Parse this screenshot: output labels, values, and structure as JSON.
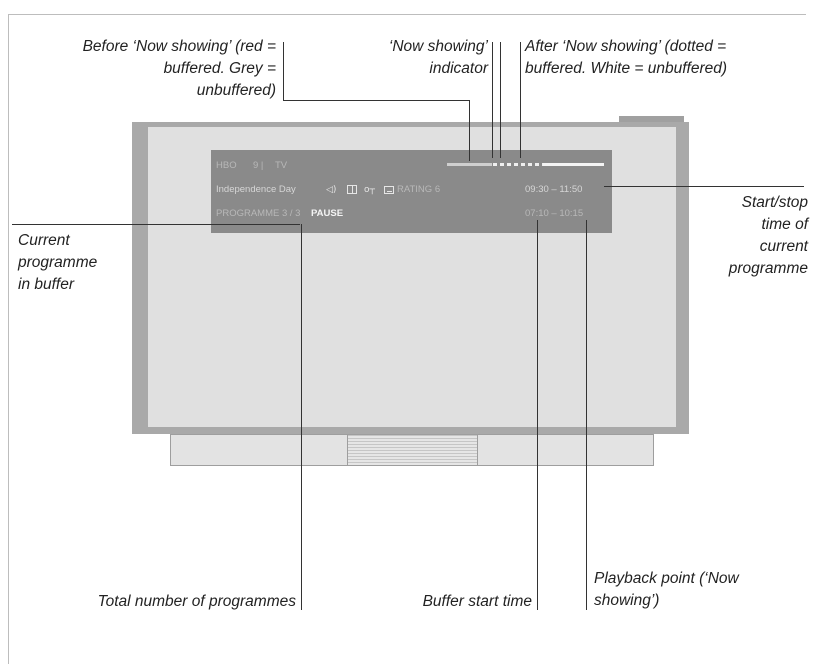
{
  "osd": {
    "channel": "HBO",
    "channel_number": "9 |",
    "source": "TV",
    "programme_title": "Independence Day",
    "rating": "RATING 6",
    "programme_time": "09:30  –  11:50",
    "programme_count": "PROGRAMME 3 / 3",
    "status": "PAUSE",
    "buffer_time": "07:10  –  10:15",
    "icons": [
      "speaker-icon",
      "book-icon",
      "key-icon",
      "subtitle-icon"
    ]
  },
  "labels": {
    "before_now_showing": [
      "Before ‘Now showing’ (red =",
      "buffered. Grey =",
      "unbuffered)"
    ],
    "now_showing_indicator": [
      "‘Now showing’",
      "indicator"
    ],
    "after_now_showing": [
      "After ‘Now showing’ (dotted =",
      "buffered. White = unbuffered)"
    ],
    "start_stop_time": [
      "Start/stop",
      "time of",
      "current",
      "programme"
    ],
    "current_programme": [
      "Current",
      "programme",
      "in buffer"
    ],
    "total_programmes": "Total number of programmes",
    "buffer_start_time": "Buffer start time",
    "playback_point": [
      "Playback point (‘Now",
      "showing’)"
    ]
  },
  "colors": {
    "tv_frame": "#a9a9a9",
    "tv_screen": "#e0e0e0",
    "osd_panel": "#8a8a8a",
    "leader_lines": "#333333"
  }
}
